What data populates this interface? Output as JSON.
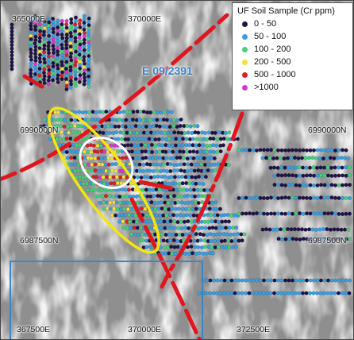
{
  "map": {
    "tenement_label": "E 09/2391",
    "easting_labels": [
      "367500E",
      "370000E",
      "372500E"
    ],
    "easting_top_labels": [
      "365000E",
      "370000E"
    ],
    "northing_labels": [
      "6990000N",
      "6987500N"
    ],
    "northing_right_labels": [
      "6990000N",
      "6987500N"
    ]
  },
  "legend": {
    "title": "UF Soil Sample (Cr ppm)",
    "items": [
      {
        "label": "0 - 50",
        "color": "#1f1446"
      },
      {
        "label": "50 - 100",
        "color": "#3a9ee0"
      },
      {
        "label": "100 - 200",
        "color": "#43d17a"
      },
      {
        "label": "200 - 500",
        "color": "#f2e23a"
      },
      {
        "label": "500 - 1000",
        "color": "#d6202a"
      },
      {
        "label": ">1000",
        "color": "#d43ad1"
      }
    ]
  },
  "colors": {
    "fault": "#e0161e",
    "tenement_boundary": "#3a86c8",
    "anomaly_outer": "#f2e60f",
    "anomaly_inner": "#ffffff"
  }
}
